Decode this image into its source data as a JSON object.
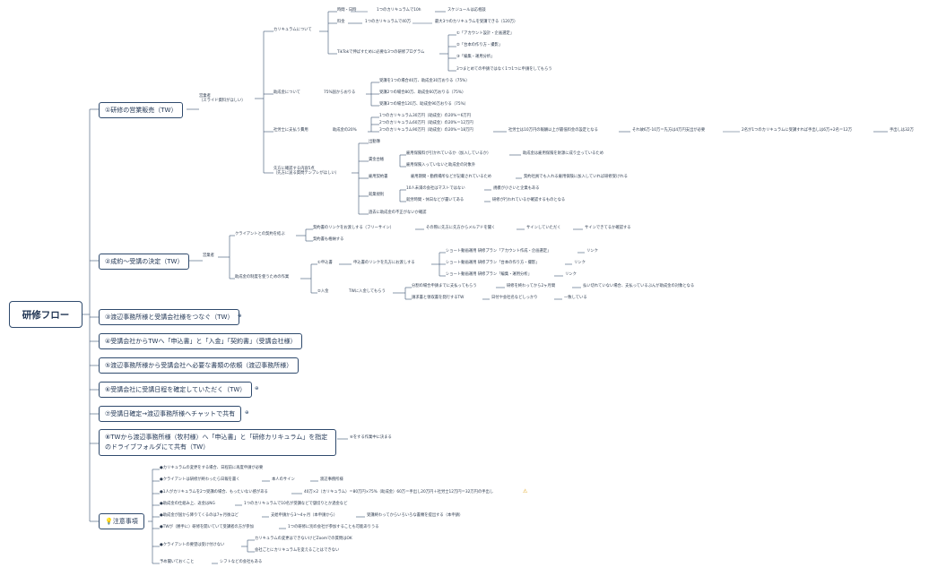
{
  "root": "研修フロー",
  "sections": [
    "①研修の営業販売（TW）",
    "②成約〜受講の決定（TW）",
    "③渡辺事務所様と受講会社様をつなぐ（TW）",
    "④受講会社からTWへ「申込書」と「入金」「契約書」（受講会社様）",
    "⑤渡辺事務所様から受講会社へ必要な書類の依頼（渡辺事務所様）",
    "⑥受講会社に受講日程を確定していただく（TW）",
    "⑦受講日確定→渡辺事務所様へチャットで共有",
    "⑧TWから渡辺事務所様（牧村様）へ「申込書」と「研修カリキュラム」を指定のドライブフォルダにて共有（TW）",
    "注意事項"
  ],
  "notes_icon": "lightbulb-icon",
  "s1": {
    "eigyo": "営業者\n（スライド資料がほしい）",
    "curriculum": "カリキュラムについて",
    "jikan": "時間・日時",
    "jikan_v": "1つのカリキュラムで10h",
    "jikan_v2": "スケジュールは応相談",
    "ryokin": "料金",
    "ryokin_v": "1つのカリキュラムで40万",
    "ryokin_v2": "最大3つのカリキュラムを受講できる（120万）",
    "tiktok": "TikTokで伸ばすために必要な3つの研修プログラム",
    "prog1": "①「アカウント設計・企画選定」",
    "prog2": "②「台本の作り方・撮影」",
    "prog3": "③「編集・運用分析」",
    "prog_note": "3つまとめての申請ではなく1つ1つに申請をしてもらう",
    "josei": "助成金について",
    "josei_rate": "75%国からおりる",
    "josei1": "受講を1つの場合40万、助成金30万おりる（75%）",
    "josei2": "受講2つの場合80万、助成金60万おりる（75%）",
    "josei3": "受講3つの場合120万、助成金90万おりる（75%）",
    "shahoshi": "社労士に支払う費用",
    "shahoshi_rate": "助成金の20%",
    "sh1": "1つのカリキュラム30万円（助成金）の20%＝6万円",
    "sh2": "2つのカリキュラム60万円（助成金）の20%＝12万円",
    "sh3": "3つのカリキュラム90万円（助成金）の20%＝18万円",
    "sh_note1": "社労士は10万円の報酬以上が最低料金の設定となる",
    "sh_note2": "それ故6万-10万＝先方は4万円支出が必要",
    "sh_note3": "2名が1つのカリキュラムに受講すれば手出しは6万+2名＝12万",
    "sh_note4": "手出しは32万",
    "kakunin": "先方に確認する内容5点\n（先方に送る質問テンプレがほしい）",
    "k_shukkin": "出勤簿",
    "k_chingin": "賃金台帳",
    "k_chingin1": "雇用保険料が引かれているか（加入しているか）",
    "k_chingin1b": "助成金は雇用保険を財源に成り立っているため",
    "k_chingin2": "雇用保険入っていないと助成金の対象外",
    "k_koyo": "雇用契約書",
    "k_koyo1": "雇用期間・勤務場所などが記載されているため",
    "k_koyo1b": "契約社員でも入れる雇用保険に加入していれば研修受けれる",
    "k_shugyo": "就業規則",
    "k_shugyo1": "10人未満の会社はマストではない",
    "k_shugyo1b": "規模が小さいと企業もある",
    "k_shugyo2": "就労時間・休日などが書いてある",
    "k_shugyo2b": "研修が行われているか確認するものとなる",
    "k_kako": "過去に助成金の不正がないか確認"
  },
  "s2": {
    "eigyo": "営業者",
    "client": "クライアントとの契約を結ぶ",
    "c1": "契約書のリンクをお渡しする（フリーサイン）",
    "c1b": "その際に先方に先方からメルアドを聞く",
    "c1c": "サインしていただく",
    "c1d": "サインできてるか確認する",
    "c2": "契約書も格納する",
    "josei_work": "助成金の制度を使うための作業",
    "apply": "①申込書",
    "apply_v": "申込書のリンクを先方にお渡しする",
    "link1": "ショート動画運用 研修プラン「アカウント作成・企画選定」",
    "link2": "ショート動画運用 研修プラン「台本の作り方・撮影」",
    "link3": "ショート動画運用 研修プラン「編集・運用分析」",
    "link_label": "リンク",
    "nyukin": "②入金",
    "nyukin_v": "TWに入金してもらう",
    "n1": "分割の場合申請までに支払ってもらう",
    "n1b": "研修を終わってから2ヶ月間",
    "n1c": "払い切れていない場合、支払っているぶんが助成金の対象となる",
    "n2": "請求書と領収書を発行するTW",
    "n2b": "日付や会社名などしっかり",
    "n2c": "一致している"
  },
  "s8_note": "⑥をする作業中に決まる",
  "notes": {
    "n1": "●カリキュラムの変更をする場合、日程前に再度申請が必要",
    "n2": "●クライアントは研修が終わったら日報を書く",
    "n2b": "本人のサイン",
    "n2c": "渡辺事務所様",
    "n3": "●1人がカリキュラムを2つ受講の場合、もったいない感がある",
    "n3b": "40万×2（カリキュラム）＝80万円×75%（助成金）60万＝手出し20万円＋社労士12万円＝32万円の手出し",
    "n4": "●助成金の仕組み上、返金はNG",
    "n4b": "1つのカリキュラムで10名が受講などで儲切りとか過金など",
    "n5": "●助成金が国から降りてくるのは7ヶ月後ほど",
    "n5b": "支給申請から3〜4ヶ月（本申請から）",
    "n5c": "受講終わってからいろいろな書類を提出する（本申請）",
    "n6": "●TWが（勝手に）研修を開いていて受講者の方が参加",
    "n6b": "1つの研修に別の会社が参加することも可能ありうる",
    "n7": "●クライアントの要望は受け付けない",
    "n7b": "カリキュラムの変更はできないけどZoomでの質問はOK",
    "n7c": "会社ごとにカリキュラムを変えることはできない",
    "n8": "予め聞いておくこと",
    "n8b": "シフトなどの会社もある"
  }
}
